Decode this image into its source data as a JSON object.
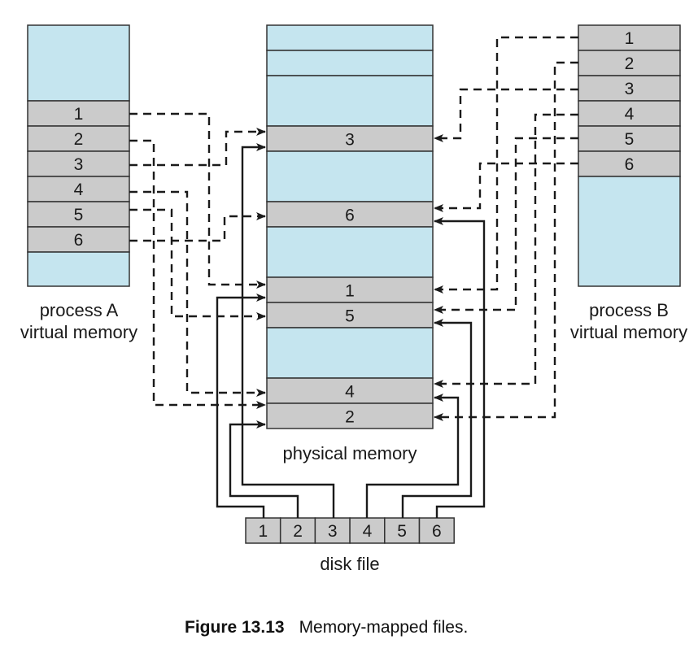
{
  "caption": {
    "figure_label": "Figure 13.13",
    "title": "Memory-mapped files."
  },
  "process_a": {
    "label_line1": "process A",
    "label_line2": "virtual memory",
    "pages": [
      "1",
      "2",
      "3",
      "4",
      "5",
      "6"
    ]
  },
  "process_b": {
    "label_line1": "process B",
    "label_line2": "virtual memory",
    "pages": [
      "1",
      "2",
      "3",
      "4",
      "5",
      "6"
    ]
  },
  "physical_memory": {
    "label": "physical memory",
    "frames": [
      {
        "label": "",
        "type": "free"
      },
      {
        "label": "",
        "type": "free"
      },
      {
        "label": "",
        "type": "free"
      },
      {
        "label": "3",
        "type": "mapped"
      },
      {
        "label": "",
        "type": "free"
      },
      {
        "label": "6",
        "type": "mapped"
      },
      {
        "label": "",
        "type": "free"
      },
      {
        "label": "1",
        "type": "mapped"
      },
      {
        "label": "5",
        "type": "mapped"
      },
      {
        "label": "",
        "type": "free"
      },
      {
        "label": "4",
        "type": "mapped"
      },
      {
        "label": "2",
        "type": "mapped"
      }
    ]
  },
  "disk_file": {
    "label": "disk file",
    "blocks": [
      "1",
      "2",
      "3",
      "4",
      "5",
      "6"
    ]
  },
  "mappings": {
    "process_a_to_physical": {
      "1": "1",
      "2": "2",
      "3": "3",
      "4": "4",
      "5": "5",
      "6": "6"
    },
    "process_b_to_physical": {
      "1": "1",
      "2": "2",
      "3": "3",
      "4": "4",
      "5": "5",
      "6": "6"
    },
    "disk_to_physical": {
      "1": "1",
      "2": "2",
      "3": "3",
      "4": "4",
      "5": "5",
      "6": "6"
    }
  },
  "colors": {
    "free_frame": "#c5e5ef",
    "mapped_page": "#cbcbcb",
    "line": "#1a1a1a"
  }
}
